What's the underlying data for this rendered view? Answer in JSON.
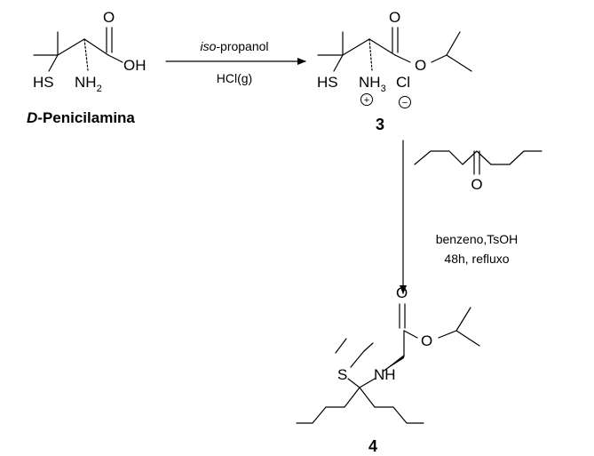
{
  "penicillamine": {
    "atoms": {
      "o": "O",
      "oh": "OH",
      "hs": "HS",
      "nh": "NH",
      "nh_sub": "2"
    },
    "name_prefix": "D",
    "name_suffix": "-Penicilamina"
  },
  "step1": {
    "reagent_italic": "iso",
    "reagent_rest": "-propanol",
    "gas": "HCl(g)"
  },
  "compound3": {
    "atoms": {
      "o_carbonyl": "O",
      "o_ester": "O",
      "hs": "HS",
      "nh": "NH",
      "nh_sub": "3",
      "cl": "Cl"
    },
    "charge_plus": "+",
    "charge_minus": "−",
    "label": "3"
  },
  "step2": {
    "ketone_o": "O",
    "solvent": "benzeno,TsOH",
    "time": "48h, refluxo"
  },
  "compound4": {
    "atoms": {
      "o_carbonyl": "O",
      "o_ester": "O",
      "s": "S",
      "nh": "NH"
    },
    "label": "4"
  }
}
